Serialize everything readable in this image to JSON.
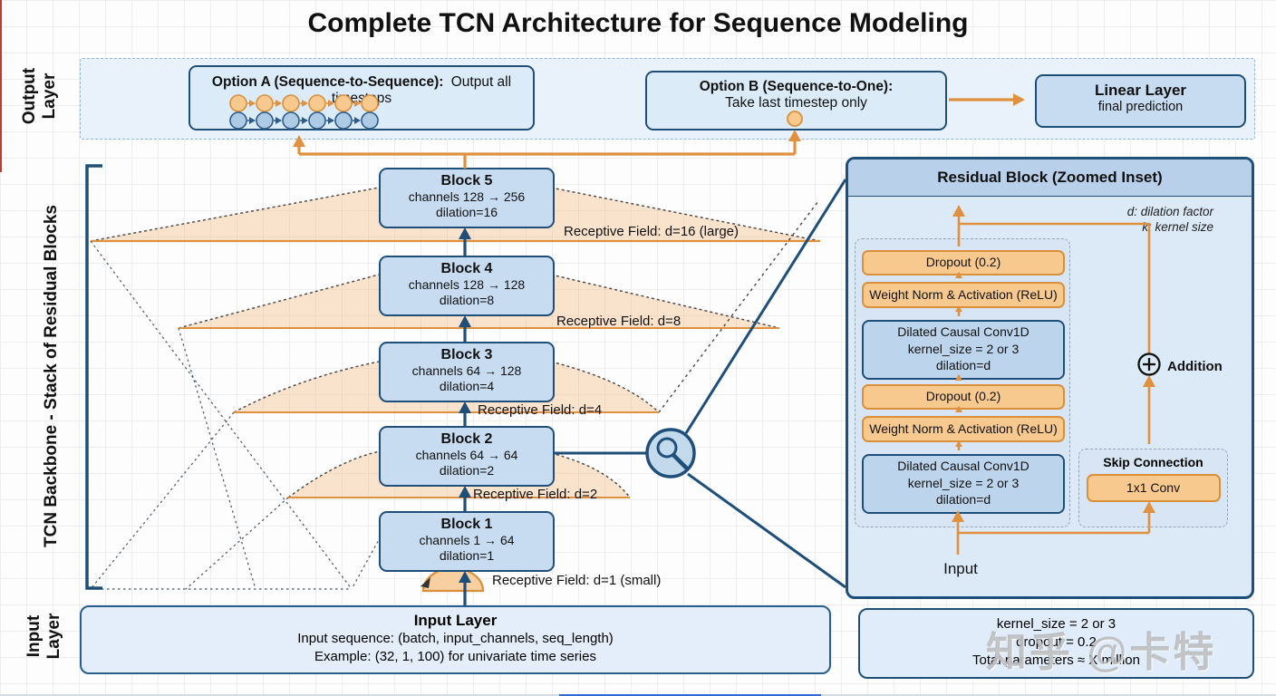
{
  "title": "Complete TCN Architecture for Sequence Modeling",
  "colors": {
    "accent_orange": "#e0913f",
    "navy": "#1f4e79",
    "block_fill": "#c8dcf1",
    "orange_fill": "#f8c98e",
    "panel_fill": "#dce9f7",
    "band_fill": "#e9f2fb"
  },
  "output_layer": {
    "label": "Output\nLayer",
    "option_a": {
      "bold": "Option A (Sequence-to-Sequence):",
      "rest": "Output all timesteps"
    },
    "option_b": {
      "bold": "Option B (Sequence-to-One):",
      "rest": "Take last timestep only"
    },
    "linear": {
      "title": "Linear Layer",
      "subtitle": "final prediction"
    }
  },
  "backbone": {
    "label": "TCN Backbone - Stack of Residual Blocks",
    "blocks": [
      {
        "title": "Block 5",
        "channels": "channels 128 → 256",
        "dilation": "dilation=16",
        "rf": "Receptive Field: d=16 (large)"
      },
      {
        "title": "Block 4",
        "channels": "channels 128 → 128",
        "dilation": "dilation=8",
        "rf": "Receptive Field: d=8"
      },
      {
        "title": "Block 3",
        "channels": "channels 64 → 128",
        "dilation": "dilation=4",
        "rf": "Receptive Field: d=4"
      },
      {
        "title": "Block 2",
        "channels": "channels 64 → 64",
        "dilation": "dilation=2",
        "rf": "Receptive Field: d=2"
      },
      {
        "title": "Block 1",
        "channels": "channels 1 → 64",
        "dilation": "dilation=1",
        "rf": "Receptive Field: d=1 (small)"
      }
    ]
  },
  "input_layer": {
    "label": "Input\nLayer",
    "title": "Input Layer",
    "line1": "Input sequence: (batch, input_channels, seq_length)",
    "line2": "Example: (32, 1, 100) for univariate time series"
  },
  "inset": {
    "title": "Residual Block (Zoomed Inset)",
    "note1": "d: dilation factor",
    "note2": "k: kernel size",
    "dropout1": "Dropout (0.2)",
    "weightnorm1": "Weight Norm & Activation (ReLU)",
    "conv1": {
      "line1": "Dilated Causal Conv1D",
      "line2": "kernel_size = 2 or 3",
      "line3": "dilation=d"
    },
    "dropout2": "Dropout (0.2)",
    "weightnorm2": "Weight Norm & Activation (ReLU)",
    "conv2": {
      "line1": "Dilated Causal Conv1D",
      "line2": "kernel_size = 2 or 3",
      "line3": "dilation=d"
    },
    "addition": "Addition",
    "skip": {
      "title": "Skip Connection",
      "conv": "1x1 Conv"
    },
    "input": "Input"
  },
  "params_box": {
    "line1": "kernel_size = 2 or 3",
    "line2": "dropout = 0.2",
    "line3": "Total parameters ≈ X million"
  },
  "watermark": "知乎 @卡特"
}
